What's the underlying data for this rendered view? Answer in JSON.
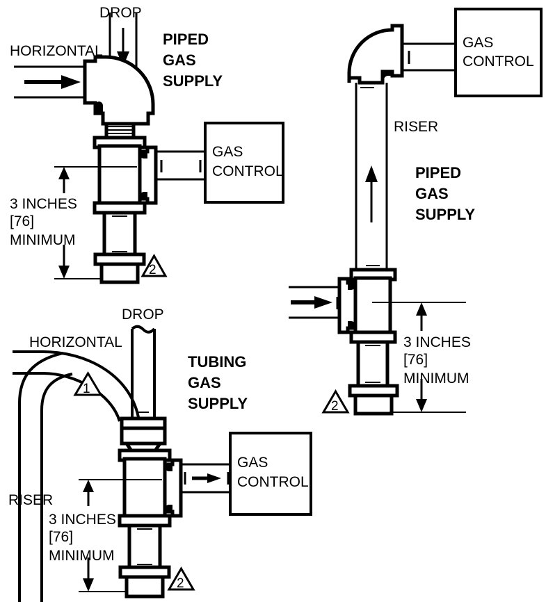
{
  "figure": {
    "title": "Gas supply sediment trap configurations",
    "background_color": "#ffffff",
    "line_color": "#000000"
  },
  "diagrams": [
    {
      "id": "piped-drop",
      "heading": "PIPED\nGAS\nSUPPLY",
      "heading_lines": [
        "PIPED",
        "GAS",
        "SUPPLY"
      ],
      "labels": {
        "drop": "DROP",
        "horizontal": "HORIZONTAL",
        "gas_control": [
          "GAS",
          "CONTROL"
        ]
      },
      "dimension": {
        "line1": "3 INCHES",
        "line2": "[76]",
        "line3": "MINIMUM"
      },
      "callouts": [
        {
          "number": "2",
          "shape": "triangle"
        }
      ]
    },
    {
      "id": "piped-riser",
      "heading_lines": [
        "PIPED",
        "GAS",
        "SUPPLY"
      ],
      "labels": {
        "riser": "RISER",
        "gas_control": [
          "GAS",
          "CONTROL"
        ]
      },
      "dimension": {
        "line1": "3 INCHES",
        "line2": "[76]",
        "line3": "MINIMUM"
      },
      "callouts": [
        {
          "number": "2",
          "shape": "triangle"
        }
      ]
    },
    {
      "id": "tubing-supply",
      "heading_lines": [
        "TUBING",
        "GAS",
        "SUPPLY"
      ],
      "labels": {
        "drop": "DROP",
        "horizontal": "HORIZONTAL",
        "riser": "RISER",
        "gas_control": [
          "GAS",
          "CONTROL"
        ]
      },
      "dimension": {
        "line1": "3 INCHES",
        "line2": "[76]",
        "line3": "MINIMUM"
      },
      "callouts": [
        {
          "number": "1",
          "shape": "triangle"
        },
        {
          "number": "2",
          "shape": "triangle"
        }
      ]
    }
  ],
  "text": {
    "drop": "DROP",
    "horizontal": "HORIZONTAL",
    "riser": "RISER",
    "gas": "GAS",
    "control": "CONTROL",
    "piped": "PIPED",
    "tubing": "TUBING",
    "supply": "SUPPLY",
    "three_inches": "3 INCHES",
    "bracket76": "[76]",
    "minimum": "MINIMUM",
    "one": "1",
    "two": "2"
  }
}
